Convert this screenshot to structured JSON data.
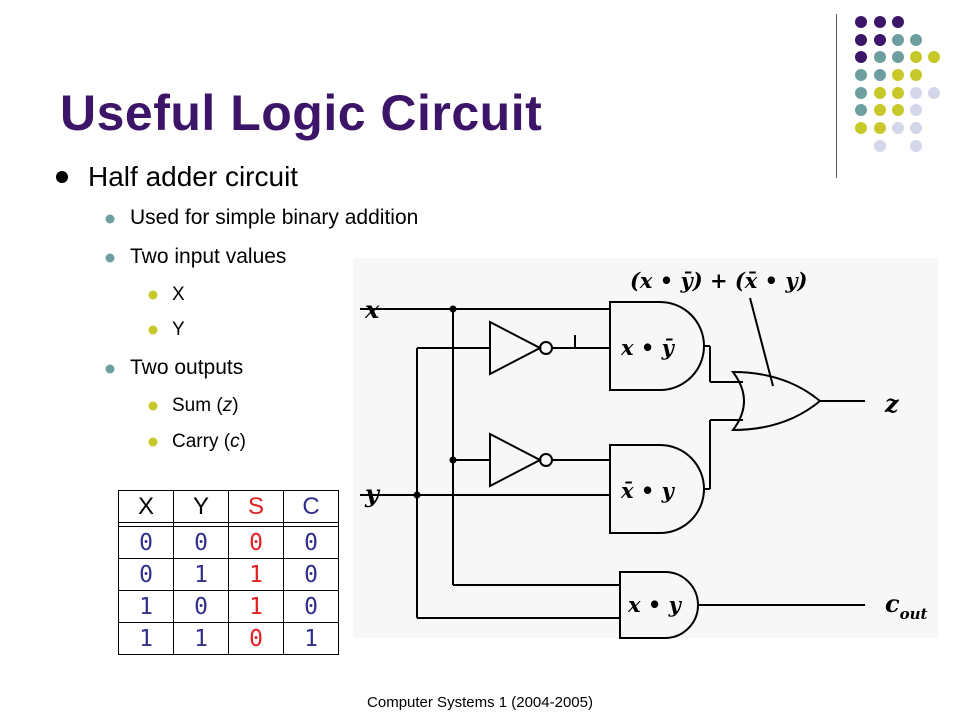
{
  "slide": {
    "title": "Useful Logic Circuit",
    "footer": "Computer Systems 1 (2004-2005)"
  },
  "bullets": {
    "l1": "Half adder circuit",
    "l2_1": "Used for simple binary addition",
    "l2_2": "Two input values",
    "l3_1": "X",
    "l3_2": "Y",
    "l2_3": "Two outputs",
    "l3_3_pre": "Sum (",
    "l3_3_var": "z",
    "l3_3_post": ")",
    "l3_4_pre": "Carry (",
    "l3_4_var": "c",
    "l3_4_post": ")"
  },
  "colors": {
    "title": "#3d1568",
    "dot_purple": "#3d1568",
    "dot_teal": "#6e9fa0",
    "dot_yellow": "#c7c829",
    "dot_lavender": "#d4d6ea",
    "sum_col": "#e02020",
    "carry_col": "#30308a"
  },
  "truth_table": {
    "headers": [
      "X",
      "Y",
      "S",
      "C"
    ],
    "rows": [
      [
        "0",
        "0",
        "0",
        "0"
      ],
      [
        "0",
        "1",
        "1",
        "0"
      ],
      [
        "1",
        "0",
        "1",
        "0"
      ],
      [
        "1",
        "1",
        "0",
        "1"
      ]
    ]
  },
  "circuit": {
    "input_x": "x",
    "input_y": "y",
    "output_z": "z",
    "output_c": "c",
    "output_c_sub": "out",
    "gate1": "x • ȳ",
    "gate2": "x̄ • y",
    "gate3": "x • y",
    "annotation": "(x • ȳ) + (x̄ • y)"
  }
}
